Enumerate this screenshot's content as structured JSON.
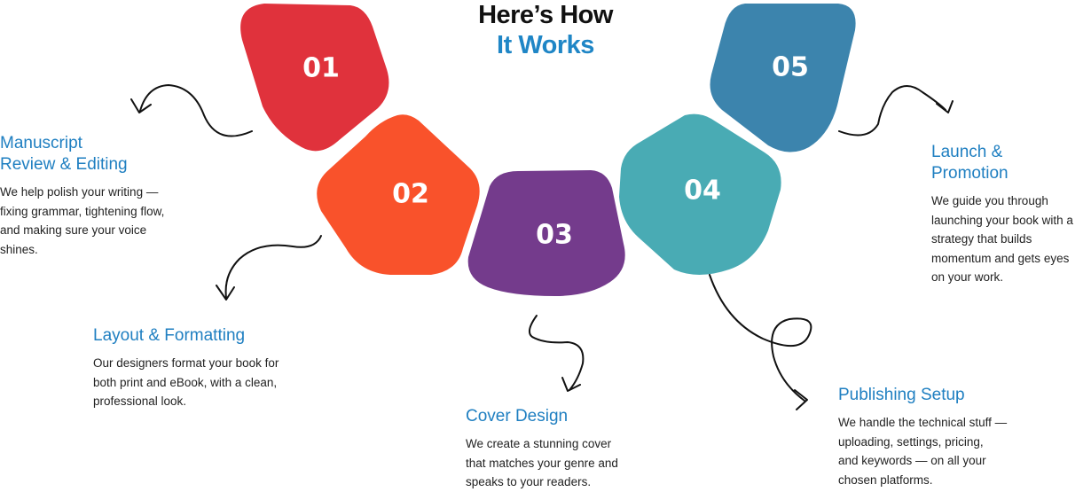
{
  "heading": {
    "line1": "Here’s How",
    "line2": "It Works"
  },
  "colors": {
    "step1": "#e0323c",
    "step2": "#f9522b",
    "step3": "#743b8c",
    "step4": "#49abb4",
    "step5": "#3c84ad",
    "accent": "#1f86c6"
  },
  "steps": [
    {
      "number": "01",
      "title_line1": "Manuscript",
      "title_line2": "Review & Editing",
      "desc_line1": "We help polish your writing —",
      "desc_line2": "fixing grammar, tightening flow,",
      "desc_line3": "and making sure your voice",
      "desc_line4": "shines."
    },
    {
      "number": "02",
      "title_line1": "Layout & Formatting",
      "title_line2": "",
      "desc_line1": "Our designers format your book for",
      "desc_line2": "both print and eBook, with a clean,",
      "desc_line3": "professional look.",
      "desc_line4": ""
    },
    {
      "number": "03",
      "title_line1": "Cover Design",
      "title_line2": "",
      "desc_line1": "We create a stunning cover",
      "desc_line2": "that matches your genre and",
      "desc_line3": "speaks to your readers.",
      "desc_line4": ""
    },
    {
      "number": "04",
      "title_line1": "Publishing Setup",
      "title_line2": "",
      "desc_line1": "We handle the technical stuff —",
      "desc_line2": "uploading, settings, pricing,",
      "desc_line3": "and keywords — on all your",
      "desc_line4": "chosen platforms."
    },
    {
      "number": "05",
      "title_line1": "Launch &",
      "title_line2": "Promotion",
      "desc_line1": "We guide you through",
      "desc_line2": "launching your book with a",
      "desc_line3": "strategy that builds",
      "desc_line4": "momentum and gets eyes",
      "desc_line5": "on your work."
    }
  ]
}
